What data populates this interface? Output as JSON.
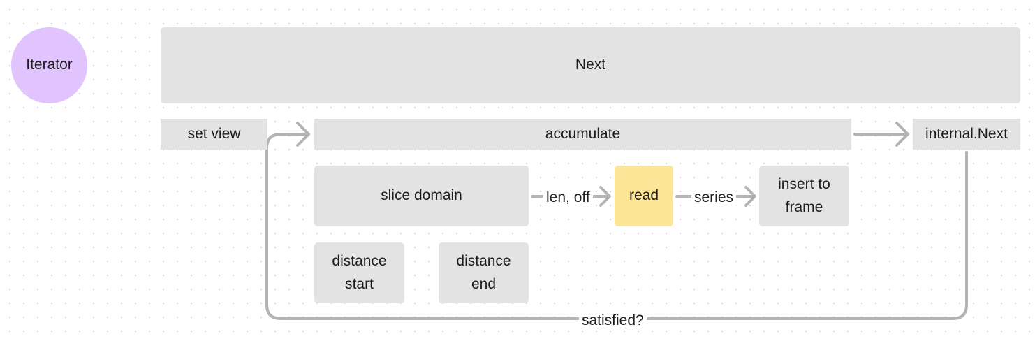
{
  "diagram": {
    "nodes": {
      "iterator": "Iterator",
      "next": "Next",
      "set_view": "set view",
      "accumulate": "accumulate",
      "internal_next": "internal.Next",
      "slice_domain": "slice domain",
      "read": "read",
      "insert_to_frame": "insert to\nframe",
      "distance_start": "distance\nstart",
      "distance_end": "distance\nend"
    },
    "edge_labels": {
      "len_off": "len, off",
      "series": "series",
      "satisfied": "satisfied?"
    },
    "colors": {
      "node_fill": "#e3e3e3",
      "iterator_fill": "#e1c4fd",
      "read_fill": "#fde598",
      "connector": "#b3b3b3"
    }
  }
}
